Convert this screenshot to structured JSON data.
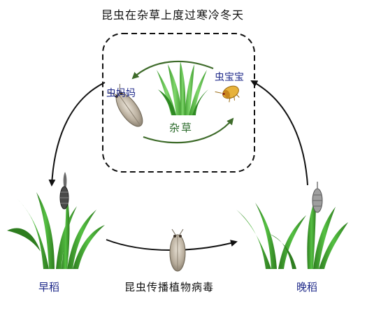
{
  "title": "昆虫在杂草上度过寒冷冬天",
  "labels": {
    "mother": "虫妈妈",
    "baby": "虫宝宝",
    "weed": "杂草",
    "early_rice": "早稻",
    "late_rice": "晚稻",
    "transmission": "昆虫传播植物病毒"
  },
  "colors": {
    "dark_green": "#2e7d1f",
    "light_green": "#49b83a",
    "arrow_green": "#3e6b2a",
    "label_blue": "#1f2a8a"
  }
}
